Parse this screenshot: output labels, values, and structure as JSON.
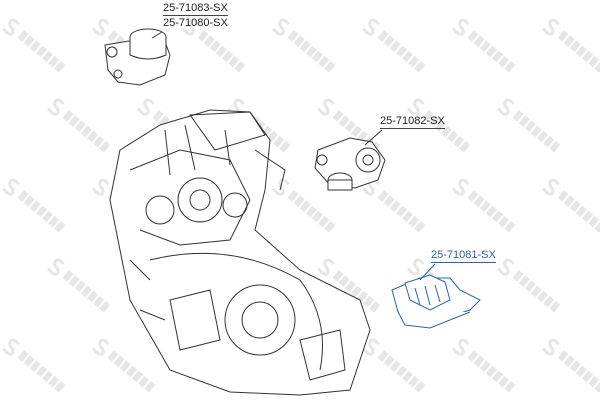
{
  "watermark": "STELLOX",
  "parts": [
    {
      "label": "25-71083-SX"
    },
    {
      "label": "25-71080-SX"
    },
    {
      "label": "25-71082-SX"
    },
    {
      "label": "25-71081-SX",
      "highlight_color": "#2a63b0"
    }
  ],
  "colors": {
    "line": "#333333",
    "highlight": "#2a63b0",
    "watermark": "#e6e6e6"
  }
}
